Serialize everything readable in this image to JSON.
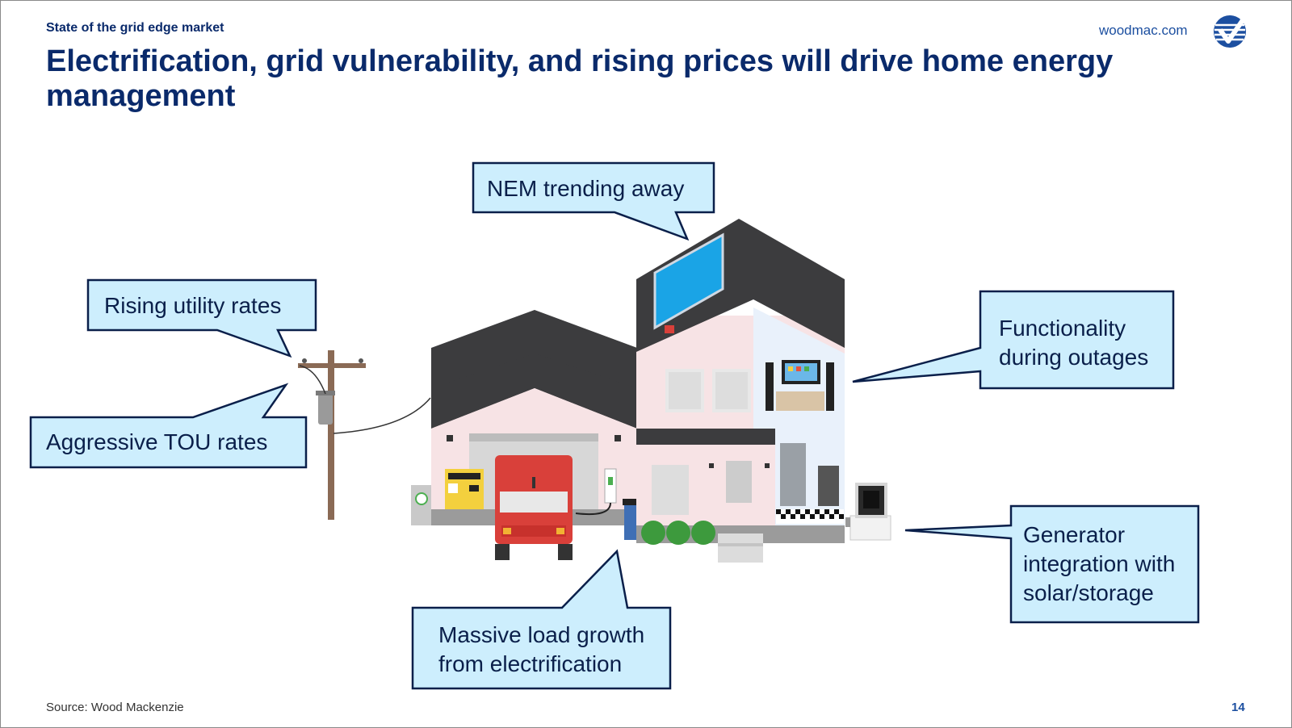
{
  "header": {
    "eyebrow": "State of the grid edge market",
    "title": "Electrification, grid vulnerability, and rising prices will drive home energy management",
    "site": "woodmac.com"
  },
  "callouts": {
    "nem": "NEM trending away",
    "rising": "Rising utility rates",
    "tou": "Aggressive TOU rates",
    "functionality_1": "Functionality",
    "functionality_2": "during outages",
    "generator_1": "Generator",
    "generator_2": "integration with",
    "generator_3": "solar/storage",
    "load_1": "Massive load growth",
    "load_2": "from electrification"
  },
  "footer": {
    "source": "Source: Wood Mackenzie",
    "page": "14"
  },
  "colors": {
    "navy": "#0a2a6b",
    "callout_fill": "#cdeefd",
    "callout_border": "#0a1f4a",
    "roof": "#3c3c3e",
    "wall": "#f7e3e5",
    "solar": "#1aa4e6",
    "truck": "#d9403a"
  }
}
